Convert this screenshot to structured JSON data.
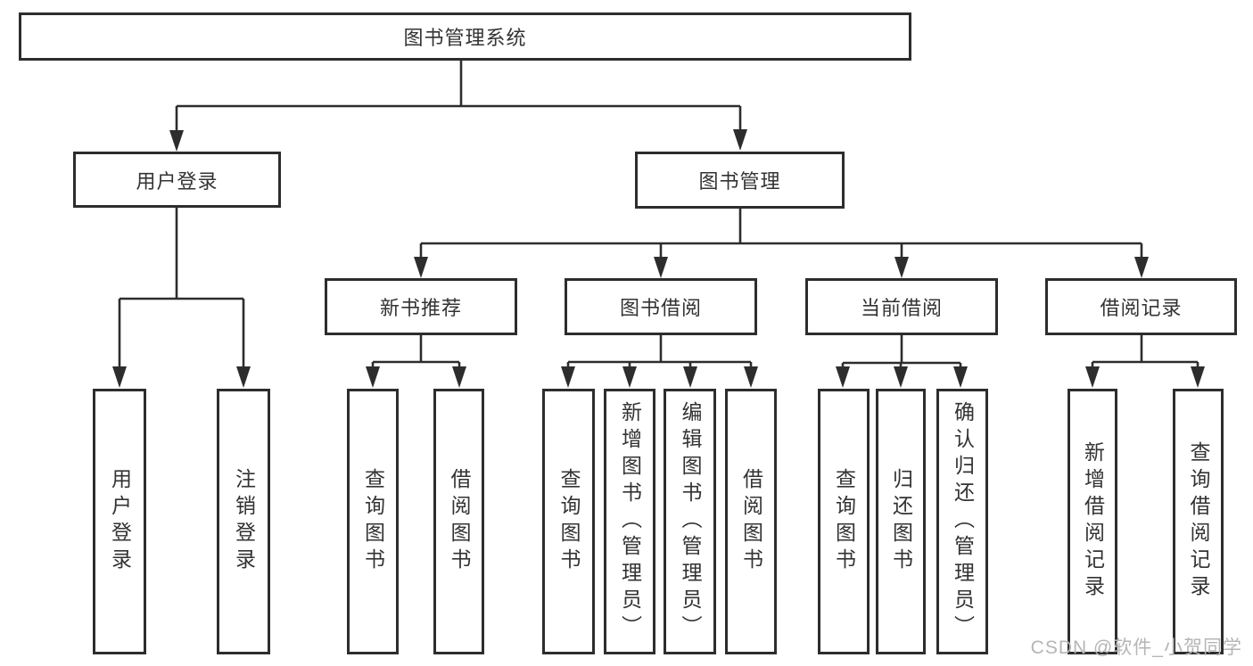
{
  "diagram": {
    "title": "图书管理系统",
    "watermark": "CSDN @软件_小贺同学",
    "colors": {
      "line": "#2d2d2d",
      "box_border": "#2d2d2d",
      "text": "#333333",
      "watermark": "#b5b5b5",
      "background": "#ffffff"
    },
    "nodes": {
      "root": {
        "label": "图书管理系统"
      },
      "branches": [
        {
          "label": "用户登录"
        },
        {
          "label": "图书管理"
        }
      ],
      "sections": [
        {
          "label": "新书推荐"
        },
        {
          "label": "图书借阅"
        },
        {
          "label": "当前借阅"
        },
        {
          "label": "借阅记录"
        }
      ],
      "leaves": [
        {
          "label": "用户登录",
          "parent": "用户登录"
        },
        {
          "label": "注销登录",
          "parent": "用户登录"
        },
        {
          "label": "查询图书",
          "parent": "新书推荐"
        },
        {
          "label": "借阅图书",
          "parent": "新书推荐"
        },
        {
          "label": "查询图书",
          "parent": "图书借阅"
        },
        {
          "label": "新增图书（管理员）",
          "parent": "图书借阅"
        },
        {
          "label": "编辑图书（管理员）",
          "parent": "图书借阅"
        },
        {
          "label": "借阅图书",
          "parent": "图书借阅"
        },
        {
          "label": "查询图书",
          "parent": "当前借阅"
        },
        {
          "label": "归还图书",
          "parent": "当前借阅"
        },
        {
          "label": "确认归还（管理员）",
          "parent": "当前借阅"
        },
        {
          "label": "新增借阅记录",
          "parent": "借阅记录"
        },
        {
          "label": "查询借阅记录",
          "parent": "借阅记录"
        }
      ]
    }
  }
}
